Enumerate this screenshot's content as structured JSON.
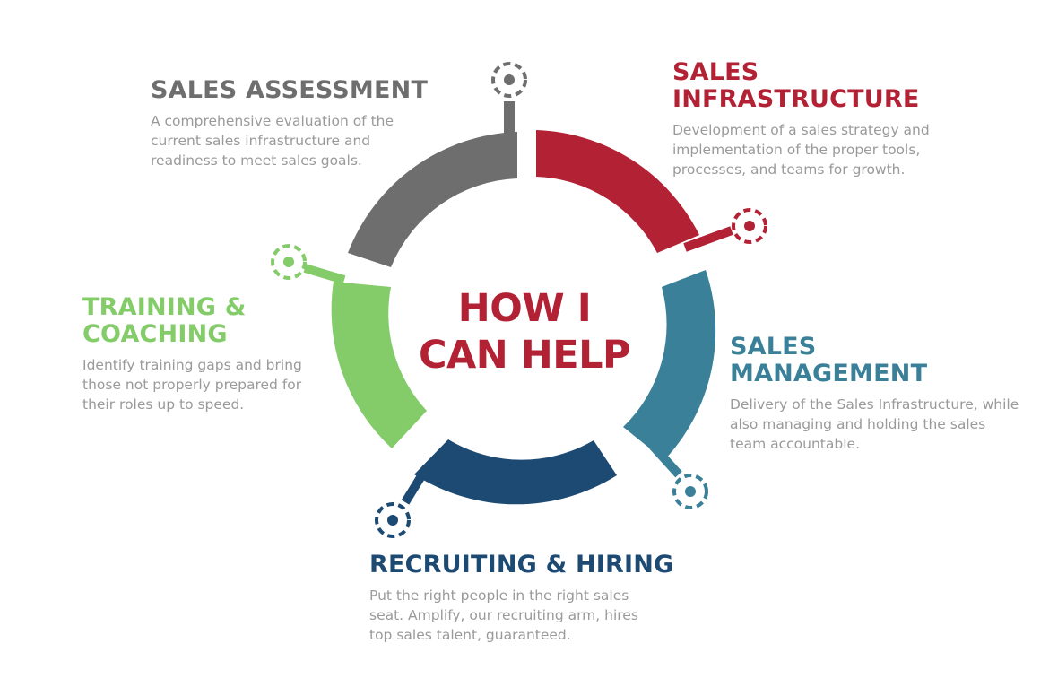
{
  "center": {
    "line1": "HOW I",
    "line2": "CAN HELP",
    "color": "#b22234"
  },
  "sections": [
    {
      "id": "sales-assessment",
      "title_lines": [
        "SALES ASSESSMENT"
      ],
      "description": "A comprehensive evaluation of the current sales infrastructure and readiness to meet sales goals.",
      "color": "#6e6e6e"
    },
    {
      "id": "sales-infrastructure",
      "title_lines": [
        "SALES",
        "INFRASTRUCTURE"
      ],
      "description": "Development of a sales strategy and implementation of the proper tools, processes, and teams for growth.",
      "color": "#b22234"
    },
    {
      "id": "sales-management",
      "title_lines": [
        "SALES",
        "MANAGEMENT"
      ],
      "description": "Delivery of the Sales Infrastructure, while also managing and holding the sales team accountable.",
      "color": "#3a8098"
    },
    {
      "id": "recruiting-hiring",
      "title_lines": [
        "RECRUITING & HIRING"
      ],
      "description": "Put the right people in the right sales seat. Amplify, our recruiting arm, hires top sales talent, guaranteed.",
      "color": "#1d4a73"
    },
    {
      "id": "training-coaching",
      "title_lines": [
        "TRAINING &",
        "COACHING"
      ],
      "description": "Identify training gaps and bring those not properly prepared for their roles up to speed.",
      "color": "#84cc6a"
    }
  ]
}
